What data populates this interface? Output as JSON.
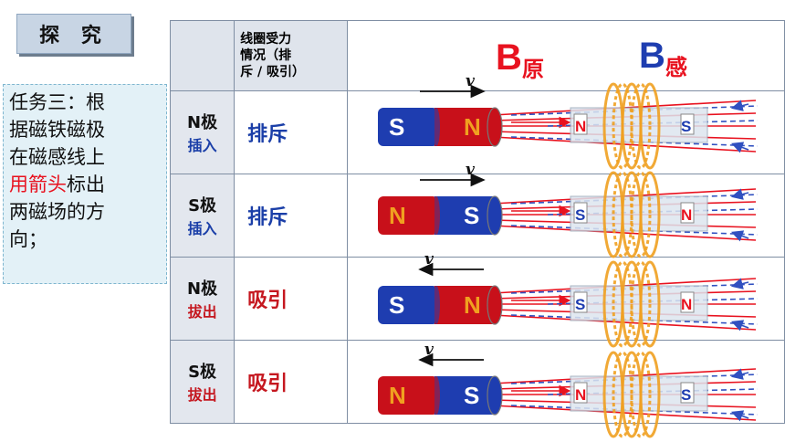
{
  "title_button": "探 究",
  "task": {
    "line1": "任务三：根",
    "line2": "据磁铁磁极",
    "line3": "在磁感线上",
    "line4_red": "用箭头",
    "line4_rest": "标出",
    "line5": "两磁场的方",
    "line6": "向；"
  },
  "table": {
    "header": [
      "线圈受力",
      "情况（排",
      "斥 / 吸引）"
    ],
    "rows": [
      {
        "pole": "N极",
        "action": "插入",
        "force": "排斥",
        "left_pole": "S",
        "right_pole": "N",
        "coil_left": "N",
        "coil_right": "S",
        "velocity": "v"
      },
      {
        "pole": "S极",
        "action": "插入",
        "force": "排斥",
        "left_pole": "N",
        "right_pole": "S",
        "coil_left": "S",
        "coil_right": "N",
        "velocity": "v"
      },
      {
        "pole": "N极",
        "action": "拔出",
        "force": "吸引",
        "left_pole": "S",
        "right_pole": "N",
        "coil_left": "S",
        "coil_right": "N",
        "velocity": "v"
      },
      {
        "pole": "S极",
        "action": "拔出",
        "force": "吸引",
        "left_pole": "N",
        "right_pole": "S",
        "coil_left": "N",
        "coil_right": "S",
        "velocity": "v"
      }
    ]
  },
  "labels": {
    "b_yuan_b": "B",
    "b_yuan_sub": "原",
    "b_gan_b": "B",
    "b_gan_sub": "感"
  },
  "colors": {
    "red": "#e8121f",
    "blue_text": "#1b3fa8",
    "magnet_red": "#c8101a",
    "magnet_blue": "#1e3db0",
    "coil": "#f0a020"
  }
}
